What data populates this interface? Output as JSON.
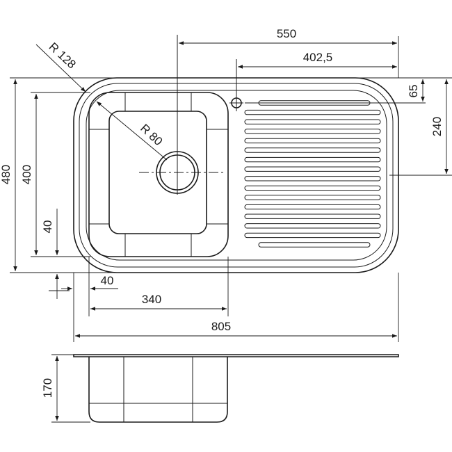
{
  "dimensions": {
    "d550": "550",
    "d402": "402,5",
    "d65": "65",
    "d240": "240",
    "d480": "480",
    "d400": "400",
    "d40v": "40",
    "d40h": "40",
    "d340": "340",
    "d805": "805",
    "d170": "170",
    "r128": "R 128",
    "r80": "R 80"
  },
  "colors": {
    "stroke": "#1a1a1a",
    "background": "#ffffff"
  }
}
